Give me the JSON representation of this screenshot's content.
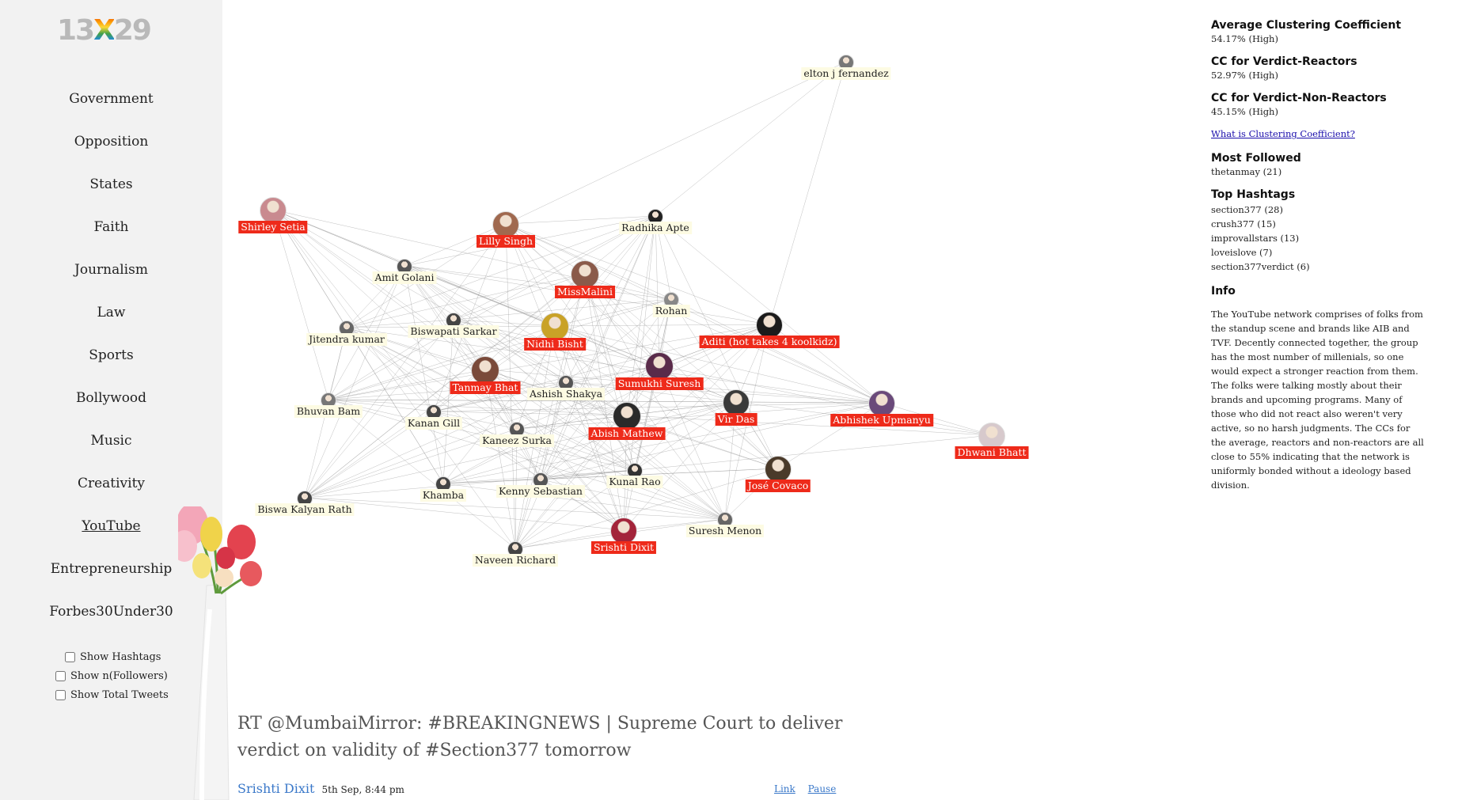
{
  "logo": {
    "pre": "13",
    "x": "X",
    "post": "29"
  },
  "nav": [
    {
      "label": "Government"
    },
    {
      "label": "Opposition"
    },
    {
      "label": "States"
    },
    {
      "label": "Faith"
    },
    {
      "label": "Journalism"
    },
    {
      "label": "Law"
    },
    {
      "label": "Sports"
    },
    {
      "label": "Bollywood"
    },
    {
      "label": "Music"
    },
    {
      "label": "Creativity"
    },
    {
      "label": "YouTube",
      "active": true
    },
    {
      "label": "Entrepreneurship"
    },
    {
      "label": "Forbes30Under30"
    }
  ],
  "options": [
    {
      "label": "Show Hashtags",
      "checked": false
    },
    {
      "label": "Show n(Followers)",
      "checked": false
    },
    {
      "label": "Show Total Tweets",
      "checked": false
    }
  ],
  "graph": {
    "nodes": [
      {
        "name": "elton j fernandez",
        "reactor": false,
        "color": "#777777"
      },
      {
        "name": "Shirley Setia",
        "reactor": true,
        "color": "#c98a8f"
      },
      {
        "name": "Lilly Singh",
        "reactor": true,
        "color": "#a0694f"
      },
      {
        "name": "Radhika Apte",
        "reactor": false,
        "color": "#222222"
      },
      {
        "name": "Amit Golani",
        "reactor": false,
        "color": "#555555"
      },
      {
        "name": "MissMalini",
        "reactor": true,
        "color": "#8a5a4a"
      },
      {
        "name": "Rohan",
        "reactor": false,
        "color": "#888888"
      },
      {
        "name": "Biswapati Sarkar",
        "reactor": false,
        "color": "#444444"
      },
      {
        "name": "Jitendra kumar",
        "reactor": false,
        "color": "#666666"
      },
      {
        "name": "Nidhi Bisht",
        "reactor": true,
        "color": "#c9a227"
      },
      {
        "name": "Aditi (hot takes 4 koolkidz)",
        "reactor": true,
        "color": "#1b1b1b"
      },
      {
        "name": "Tanmay Bhat",
        "reactor": true,
        "color": "#7a4a3a"
      },
      {
        "name": "Ashish Shakya",
        "reactor": false,
        "color": "#555555"
      },
      {
        "name": "Sumukhi Suresh",
        "reactor": true,
        "color": "#5a2b4a"
      },
      {
        "name": "Bhuvan Bam",
        "reactor": false,
        "color": "#777777"
      },
      {
        "name": "Kanan Gill",
        "reactor": false,
        "color": "#444444"
      },
      {
        "name": "Vir Das",
        "reactor": true,
        "color": "#3a3a3a"
      },
      {
        "name": "Abhishek Upmanyu",
        "reactor": true,
        "color": "#6a4a7a"
      },
      {
        "name": "Abish Mathew",
        "reactor": true,
        "color": "#2a2a2a"
      },
      {
        "name": "Kaneez Surka",
        "reactor": false,
        "color": "#555555"
      },
      {
        "name": "Dhwani Bhatt",
        "reactor": true,
        "color": "#d7c9cc"
      },
      {
        "name": "Kunal Rao",
        "reactor": false,
        "color": "#333333"
      },
      {
        "name": "José Covaco",
        "reactor": true,
        "color": "#4a3a2a"
      },
      {
        "name": "Khamba",
        "reactor": false,
        "color": "#444444"
      },
      {
        "name": "Kenny Sebastian",
        "reactor": false,
        "color": "#555555"
      },
      {
        "name": "Biswa Kalyan Rath",
        "reactor": false,
        "color": "#444444"
      },
      {
        "name": "Suresh Menon",
        "reactor": false,
        "color": "#666666"
      },
      {
        "name": "Srishti Dixit",
        "reactor": true,
        "color": "#a3243a"
      },
      {
        "name": "Naveen Richard",
        "reactor": false,
        "color": "#444444"
      }
    ]
  },
  "tweet": {
    "text": "RT @MumbaiMirror: #BREAKINGNEWS | Supreme Court to deliver verdict on validity of #Section377 tomorrow",
    "author": "Srishti Dixit",
    "time": "5th Sep, 8:44 pm",
    "link_label": "Link",
    "pause_label": "Pause"
  },
  "stats": {
    "acc_title": "Average Clustering Coefficient",
    "acc_value": "54.17% (High)",
    "reactors_title": "CC for Verdict-Reactors",
    "reactors_value": "52.97% (High)",
    "nonreactors_title": "CC for Verdict-Non-Reactors",
    "nonreactors_value": "45.15% (High)",
    "cc_link": "What is Clustering Coefficient?",
    "most_followed_title": "Most Followed",
    "most_followed_value": "thetanmay (21)",
    "hashtags_title": "Top Hashtags",
    "hashtags": [
      "section377 (28)",
      "crush377 (15)",
      "improvallstars (13)",
      "loveislove (7)",
      "section377verdict (6)"
    ],
    "info_title": "Info",
    "info_text": "The YouTube network comprises of folks from the standup scene and brands like AIB and TVF. Decently connected together, the group has the most number of millenials, so one would expect a stronger reaction from them. The folks were talking mostly about their brands and upcoming programs. Many of those who did not react also weren't very active, so no harsh judgments. The CCs for the average, reactors and non-reactors are all close to 55% indicating that the network is uniformly bonded without a ideology based division."
  }
}
